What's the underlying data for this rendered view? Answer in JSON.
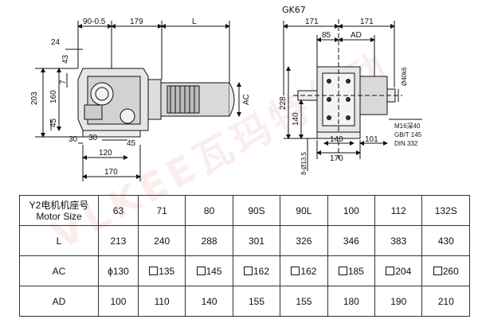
{
  "title": "GK67",
  "dims": {
    "left_view": {
      "top": [
        "90-0.5",
        "179",
        "L",
        "24",
        "43"
      ],
      "left_vertical": [
        "203",
        "160",
        "45",
        "7",
        "30"
      ],
      "bottom": [
        "30",
        "45",
        "120",
        "170"
      ],
      "right": "AC"
    },
    "right_view": {
      "top": [
        "171",
        "171",
        "85",
        "AD"
      ],
      "vertical": [
        "228",
        "140"
      ],
      "bolt": "8-Ø13.5",
      "shaft": "Ø40k6",
      "bottom": [
        "140",
        "101",
        "170"
      ],
      "thread": [
        "M16深40",
        "GB/T 145",
        "DIN 332"
      ]
    }
  },
  "table": {
    "header_label": [
      "Y2电机机座号",
      "Motor Size"
    ],
    "motor_sizes": [
      "63",
      "71",
      "80",
      "90S",
      "90L",
      "100",
      "112",
      "132S"
    ],
    "rows": [
      {
        "label": "L",
        "square": false,
        "values": [
          "213",
          "240",
          "288",
          "301",
          "326",
          "346",
          "383",
          "430"
        ]
      },
      {
        "label": "AC",
        "square": true,
        "first_prefix": "ϕ",
        "values": [
          "130",
          "135",
          "145",
          "162",
          "162",
          "185",
          "204",
          "260"
        ]
      },
      {
        "label": "AD",
        "square": false,
        "values": [
          "100",
          "110",
          "140",
          "155",
          "155",
          "180",
          "190",
          "210"
        ]
      }
    ]
  },
  "watermark": "VLKEE瓦玛特传动"
}
